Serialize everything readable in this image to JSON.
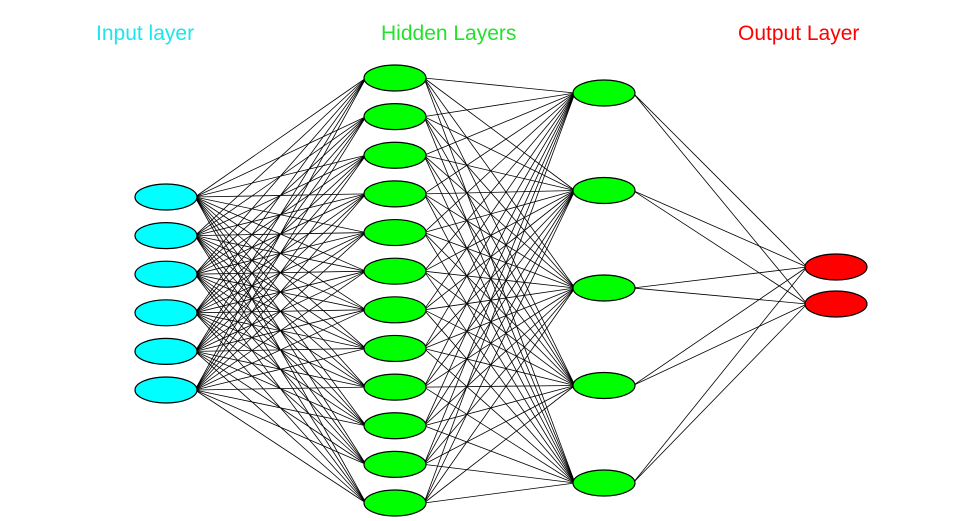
{
  "labels": {
    "input": "Input layer",
    "hidden": "Hidden Layers",
    "output": "Output Layer"
  },
  "colors": {
    "input": "#00ffff",
    "hidden": "#00ff00",
    "output": "#ff0000",
    "input_label": "#1ce5ec",
    "hidden_label": "#24e12d",
    "output_label": "#ff0000",
    "edge": "#000000",
    "node_stroke": "#000000"
  },
  "layers": [
    {
      "name": "input",
      "size": 6
    },
    {
      "name": "hidden-1",
      "size": 12
    },
    {
      "name": "hidden-2",
      "size": 5
    },
    {
      "name": "output",
      "size": 2
    }
  ],
  "connectivity": "fully-connected"
}
